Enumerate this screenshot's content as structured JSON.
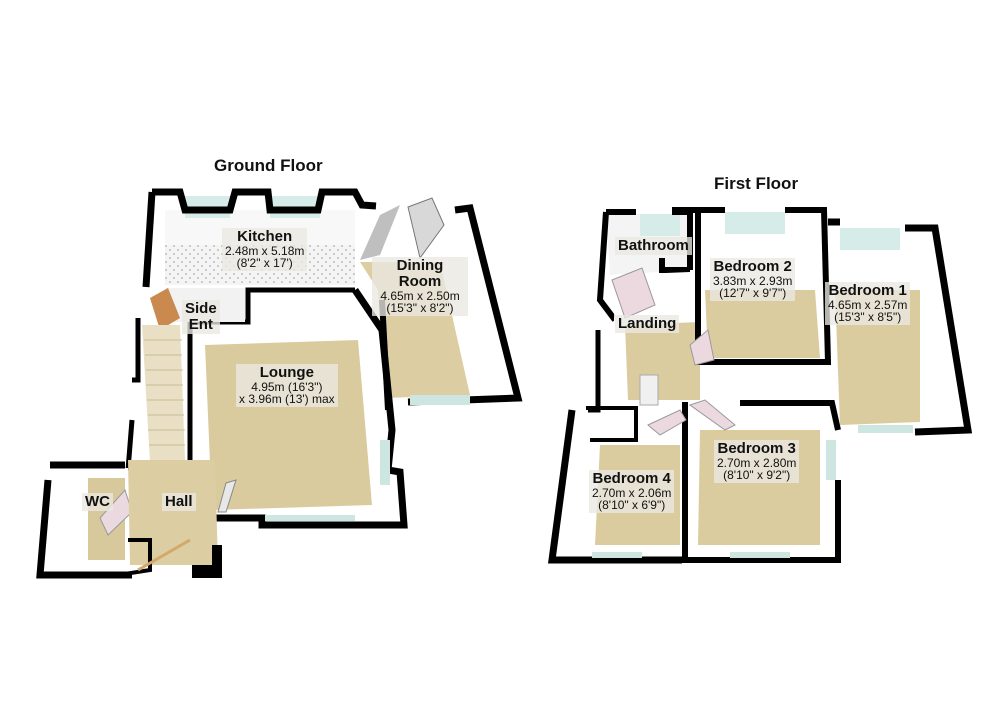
{
  "floors": [
    {
      "title": "Ground Floor",
      "rooms": [
        {
          "name": "Kitchen",
          "dims": [
            "2.48m x 5.18m",
            "(8'2\" x 17')"
          ]
        },
        {
          "name": "Dining Room",
          "name_lines": [
            "Dining",
            "Room"
          ],
          "dims": [
            "4.65m x 2.50m",
            "(15'3\" x 8'2\")"
          ]
        },
        {
          "name": "Side Ent",
          "name_lines": [
            "Side",
            "Ent"
          ],
          "dims": []
        },
        {
          "name": "Lounge",
          "dims": [
            "4.95m (16'3\")",
            "x 3.96m (13') max"
          ]
        },
        {
          "name": "WC",
          "dims": []
        },
        {
          "name": "Hall",
          "dims": []
        }
      ]
    },
    {
      "title": "First Floor",
      "rooms": [
        {
          "name": "Bathroom",
          "dims": []
        },
        {
          "name": "Bedroom 2",
          "dims": [
            "3.83m x 2.93m",
            "(12'7\" x 9'7\")"
          ]
        },
        {
          "name": "Bedroom 1",
          "dims": [
            "4.65m x 2.57m",
            "(15'3\" x 8'5\")"
          ]
        },
        {
          "name": "Landing",
          "dims": []
        },
        {
          "name": "Bedroom 3",
          "dims": [
            "2.70m x 2.80m",
            "(8'10\" x 9'2\")"
          ]
        },
        {
          "name": "Bedroom 4",
          "dims": [
            "2.70m x 2.06m",
            "(8'10\" x 6'9\")"
          ]
        }
      ]
    }
  ],
  "colors": {
    "wall": "#000000",
    "floor_carpet": "#d9caa0",
    "floor_tile": "#f2f2f2",
    "wall_inner": "#f7f7f7",
    "window_glass": "#cfe8e4"
  }
}
